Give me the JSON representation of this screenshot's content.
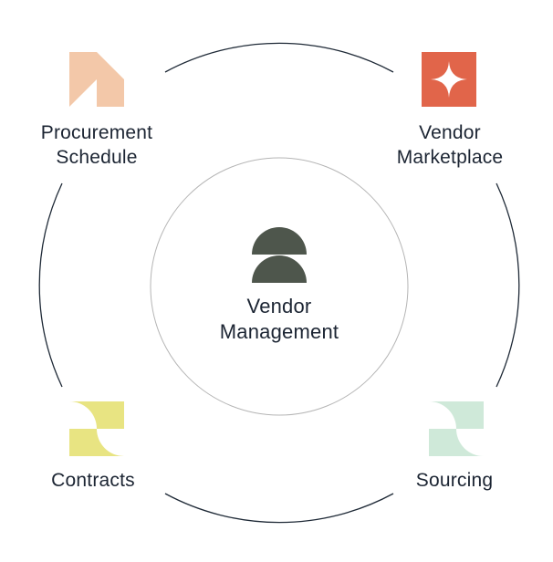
{
  "center": {
    "line1": "Vendor",
    "line2": "Management",
    "icon": "person-icon",
    "color": "#4e564c"
  },
  "nodes": {
    "procurement": {
      "line1": "Procurement",
      "line2": "Schedule",
      "icon": "triangles-tile-icon",
      "color": "#f3c8a9"
    },
    "marketplace": {
      "line1": "Vendor",
      "line2": "Marketplace",
      "icon": "sparkle-star-icon",
      "color": "#e1654a"
    },
    "contracts": {
      "line1": "Contracts",
      "icon": "leaf-tile-icon",
      "color": "#e8e482"
    },
    "sourcing": {
      "line1": "Sourcing",
      "icon": "leaf-tile-icon",
      "color": "#cfe9d9"
    }
  },
  "colors": {
    "outer_ring": "#1f2a37",
    "inner_ring": "#b5b5b5",
    "text": "#1c2533"
  }
}
